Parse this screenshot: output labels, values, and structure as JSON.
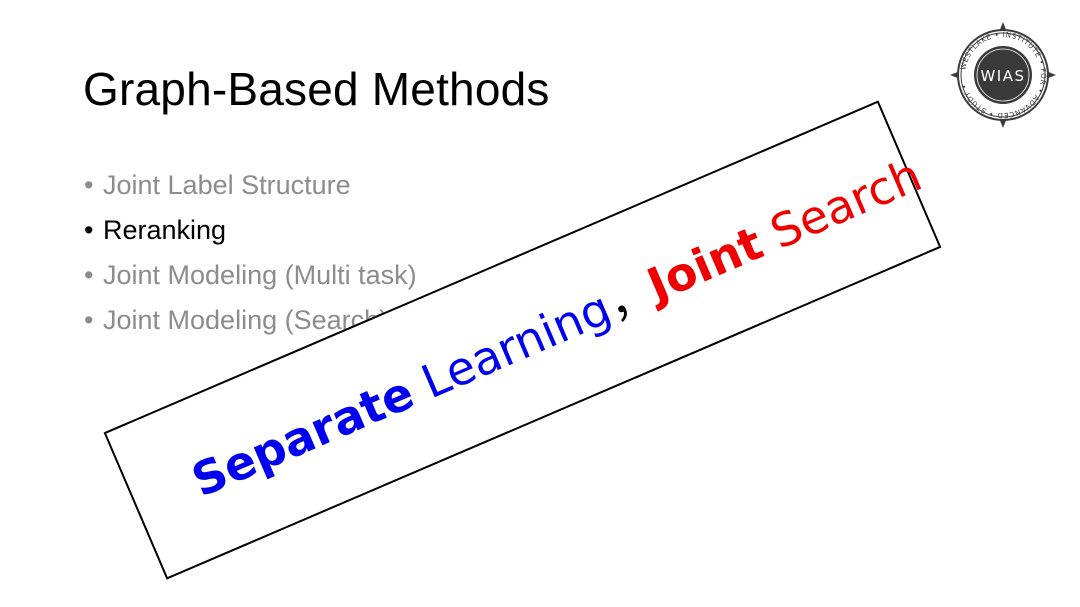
{
  "slide": {
    "title": "Graph-Based Methods",
    "bullets": [
      {
        "marker": "•",
        "text": "Joint Label Structure",
        "state": "dimmed"
      },
      {
        "marker": "•",
        "text": "Reranking",
        "state": "active"
      },
      {
        "marker": "•",
        "text": "Joint Modeling (Multi task)",
        "state": "dimmed"
      },
      {
        "marker": "•",
        "text": "Joint Modeling (Search)",
        "state": "dimmed"
      }
    ]
  },
  "logo": {
    "text": "WIAS",
    "ring_text": "WESTLAKE • INSTITUTE • FOR • ADVANCED • STUDY •"
  },
  "banner": {
    "part1_bold": "Separate",
    "part1_rest": " Learning",
    "separator": "，",
    "part2_bold": "Joint",
    "part2_rest": " Search",
    "colors": {
      "learning": "#0000ee",
      "search": "#ee0000"
    }
  }
}
